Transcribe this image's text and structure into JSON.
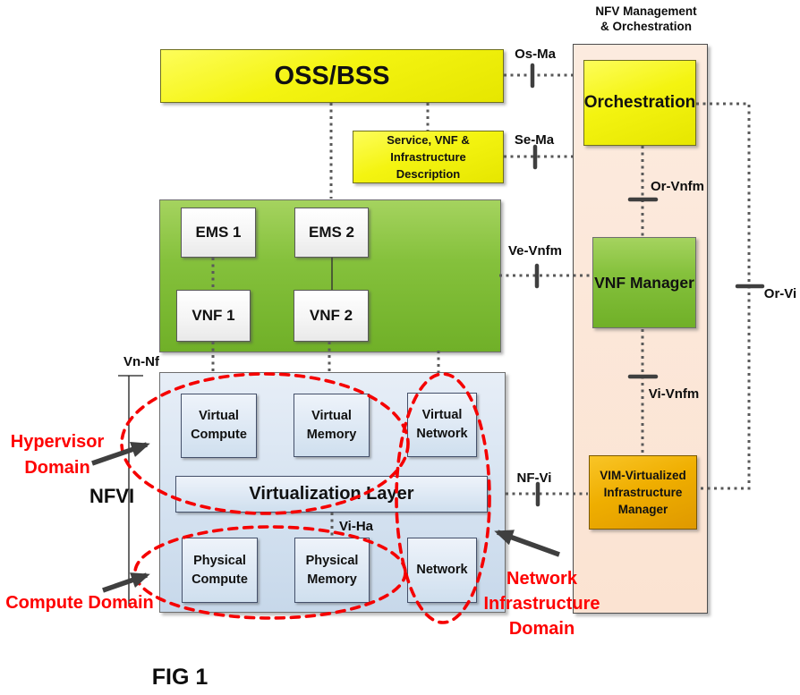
{
  "header": {
    "line1": "NFV Management",
    "line2": "& Orchestration"
  },
  "boxes": {
    "oss_bss": "OSS/BSS",
    "service_desc": "Service, VNF & Infrastructure Description",
    "ems1": "EMS 1",
    "ems2": "EMS 2",
    "vnf1": "VNF 1",
    "vnf2": "VNF 2",
    "orchestration": "Orchestration",
    "vnf_manager": "VNF Manager",
    "vim": "VIM-Virtualized Infrastructure Manager",
    "virtual_compute": "Virtual Compute",
    "virtual_memory": "Virtual Memory",
    "virtual_network": "Virtual Network",
    "virtualization_layer": "Virtualization Layer",
    "physical_compute": "Physical Compute",
    "physical_memory": "Physical Memory",
    "network": "Network",
    "nfvi": "NFVI"
  },
  "reference_points": {
    "os_ma": "Os-Ma",
    "se_ma": "Se-Ma",
    "ve_vnfm": "Ve-Vnfm",
    "or_vnfm": "Or-Vnfm",
    "or_vi": "Or-Vi",
    "vi_vnfm": "Vi-Vnfm",
    "nf_vi": "NF-Vi",
    "vn_nf": "Vn-Nf",
    "vi_ha": "Vi-Ha"
  },
  "domains": {
    "hypervisor": "Hypervisor Domain",
    "compute": "Compute Domain",
    "network_infrastructure": "Network Infrastructure Domain"
  },
  "caption": "FIG 1",
  "colors": {
    "yellow_box": "#F2F211",
    "green_box": "#85C13C",
    "panel_peach": "#FBE5D6",
    "vim_orange": "#EFAE00",
    "nfvi_blue": "#D6E3F1",
    "inner_blue": "#DDE8F4",
    "domain_red": "#FE0000",
    "connector_gray": "#595959",
    "arrow_gray": "#3F3F3F"
  }
}
